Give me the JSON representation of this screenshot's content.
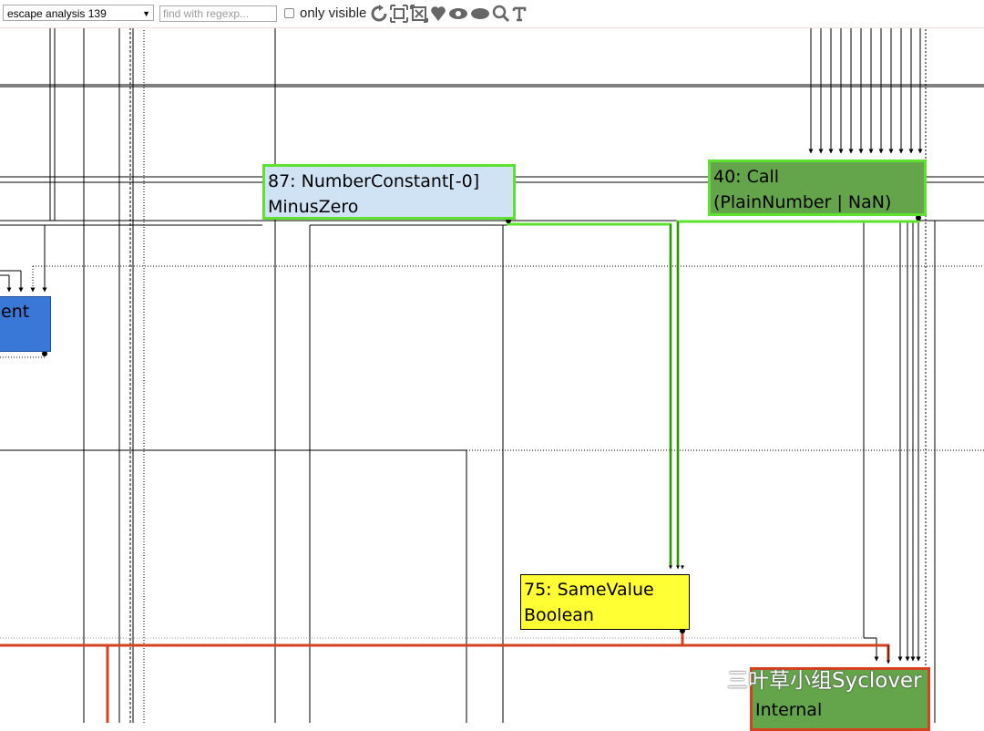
{
  "toolbar": {
    "phase_value": "escape analysis 139",
    "search_placeholder": "find with regexp...",
    "only_visible_label": "only visible",
    "icons": [
      "layout-icon",
      "show-all-icon",
      "toggle-hide-icon",
      "hide-unselected-icon",
      "hide-selected-icon",
      "toggle-types-icon",
      "zoom-selection-icon",
      "toggle-text-icon"
    ]
  },
  "nodes": {
    "n87": {
      "line1": "87: NumberConstant[-0]",
      "line2": "MinusZero"
    },
    "n40": {
      "line1": "40: Call",
      "line2": "(PlainNumber | NaN)"
    },
    "n75": {
      "line1": "75: SameValue",
      "line2": "Boolean"
    },
    "partial_left": {
      "line1": "ent"
    },
    "partial_bottom": {
      "line1": "Internal"
    }
  },
  "watermark": {
    "text": "三叶草小组Syclover"
  },
  "colors": {
    "selected_border": "#5ee22f",
    "constant_fill": "#cfe3f5",
    "call_fill": "#64a44a",
    "samevalue_fill": "#ffff33",
    "control_fill": "#3a78d8",
    "highlight_edge": "#d4421f"
  }
}
